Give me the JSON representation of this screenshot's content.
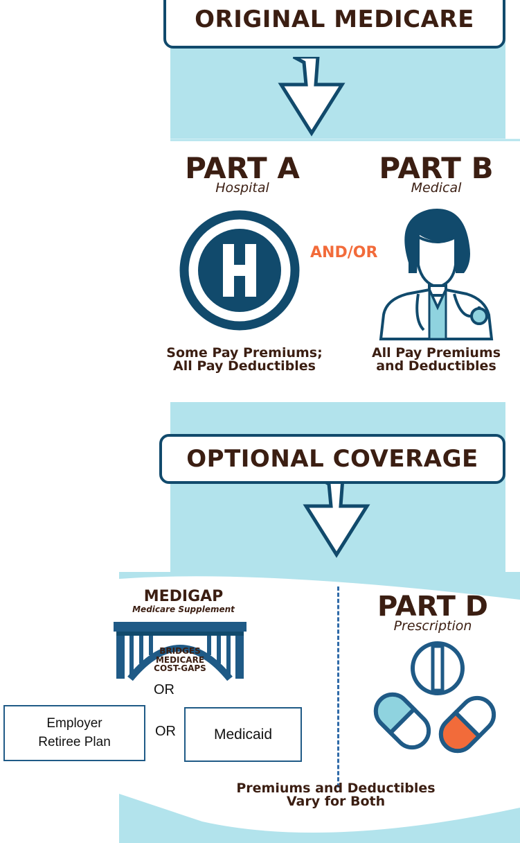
{
  "banner_top": "ORIGINAL MEDICARE",
  "part_a": {
    "title": "PART A",
    "subtitle": "Hospital",
    "caption_line1": "Some Pay Premiums;",
    "caption_line2": "All Pay Deductibles",
    "icon": "hospital-h-icon"
  },
  "connector": "AND/OR",
  "part_b": {
    "title": "PART B",
    "subtitle": "Medical",
    "caption_line1": "All Pay Premiums",
    "caption_line2": "and Deductibles",
    "icon": "doctor-icon"
  },
  "banner_mid": "OPTIONAL COVERAGE",
  "medigap": {
    "title": "MEDIGAP",
    "subtitle": "Medicare Supplement",
    "bridge_line1": "BRIDGES",
    "bridge_line2": "MEDICARE",
    "bridge_line3": "COST-GAPS",
    "icon": "bridge-icon"
  },
  "or_1": "OR",
  "or_2": "OR",
  "employer_line1": "Employer",
  "employer_line2": "Retiree Plan",
  "medicaid": "Medicaid",
  "part_d": {
    "title": "PART D",
    "subtitle": "Prescription",
    "icon": "pills-icon"
  },
  "footer_line1": "Premiums and Deductibles",
  "footer_line2": "Vary for Both",
  "colors": {
    "band": "#b2e3ec",
    "navy": "#114a6c",
    "brown": "#3b1e12",
    "orange": "#f26b3a"
  }
}
